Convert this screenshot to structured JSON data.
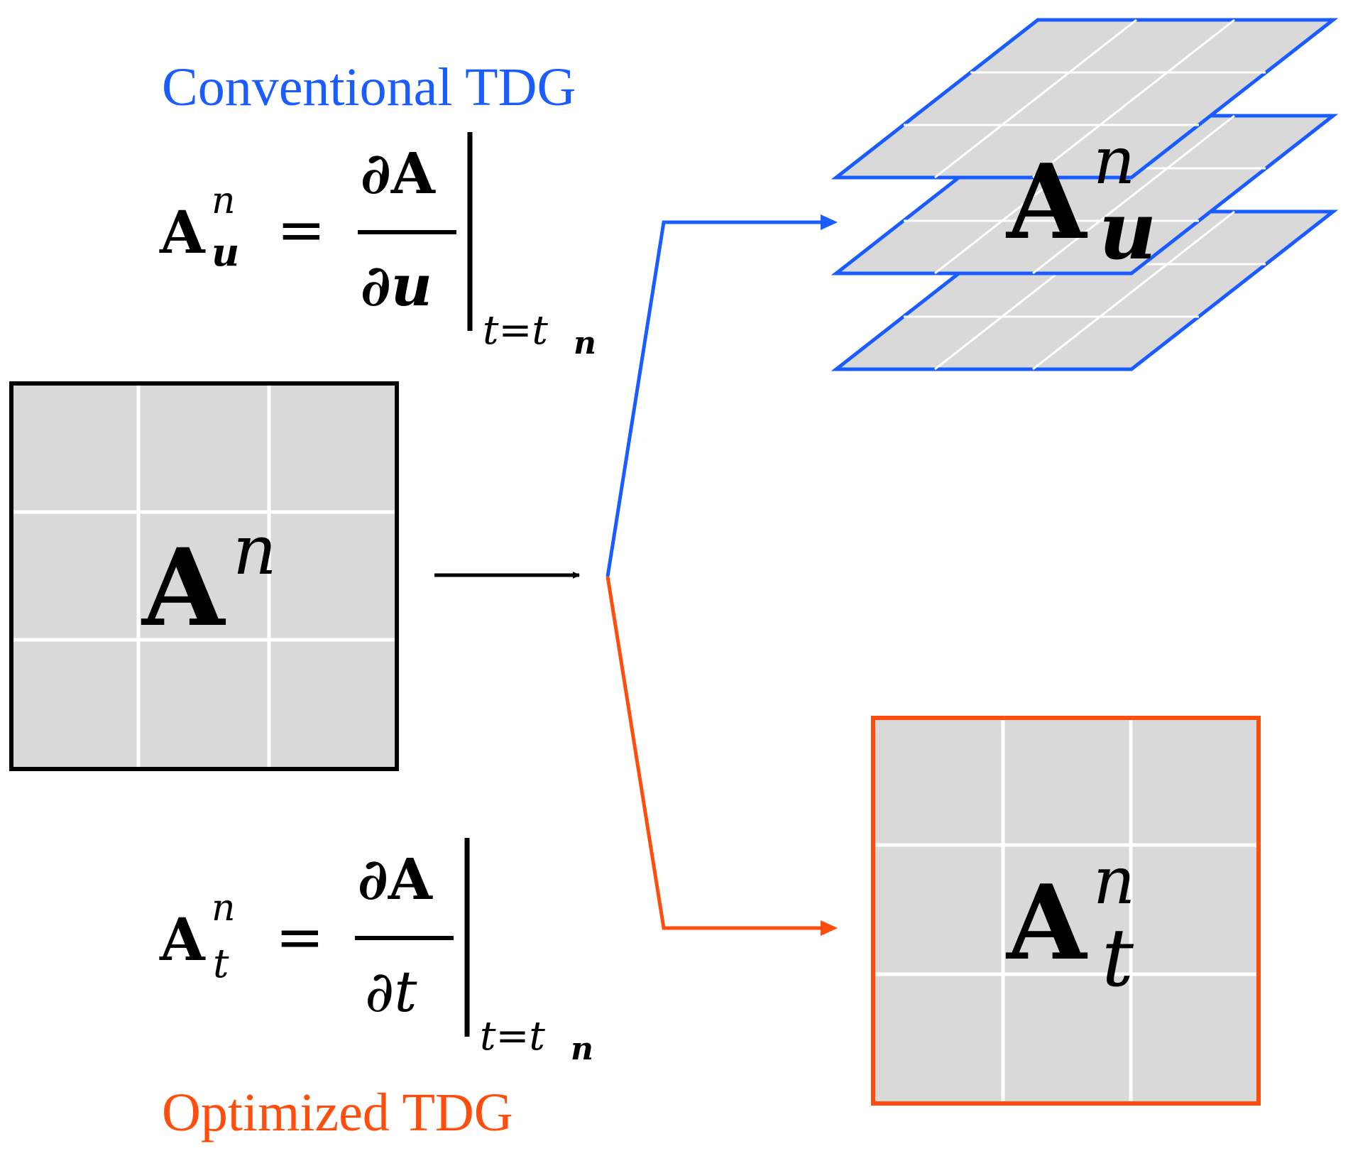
{
  "labels": {
    "conventional": "Conventional TDG",
    "optimized": "Optimized TDG"
  },
  "colors": {
    "conventional": "#1a5cff",
    "optimized": "#ff4d0d",
    "input": "#000000",
    "cell_fill": "#d9d9d9",
    "grid_line": "#ffffff"
  },
  "symbols": {
    "matrix": "A",
    "superscript": "n",
    "sub_u": "u",
    "sub_t": "t"
  },
  "equation_conventional": {
    "lhs_base": "A",
    "lhs_sup": "n",
    "lhs_sub": "u",
    "equals": "=",
    "numerator": "∂A",
    "denominator": "∂u",
    "eval_subscript": "t=t",
    "eval_subscript_n": "n"
  },
  "equation_optimized": {
    "lhs_base": "A",
    "lhs_sup": "n",
    "lhs_sub": "t",
    "equals": "=",
    "numerator": "∂A",
    "denominator": "∂t",
    "eval_subscript": "t=t",
    "eval_subscript_n": "n"
  }
}
